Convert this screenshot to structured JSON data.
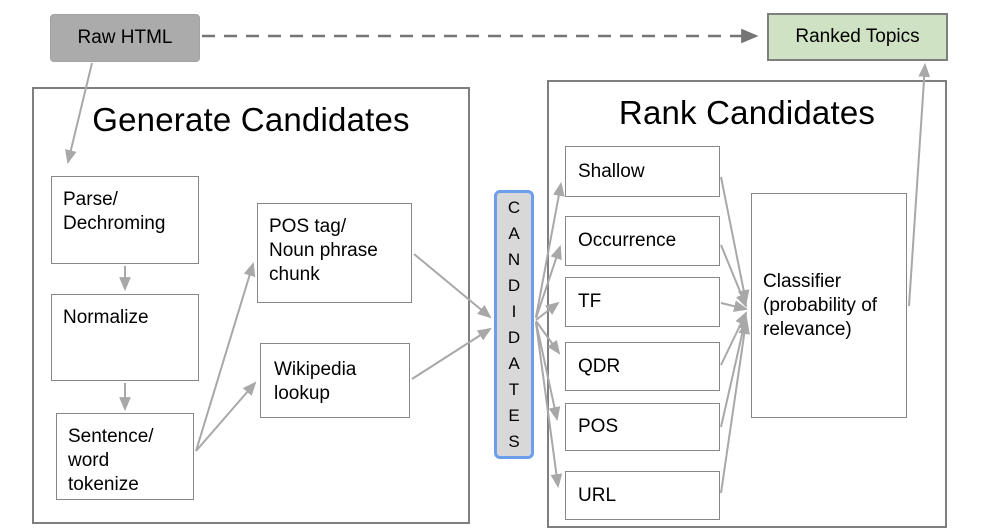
{
  "diagram": {
    "raw_html": "Raw HTML",
    "ranked_topics": "Ranked Topics",
    "candidates": {
      "label": "CANDIDATES",
      "stacked": "C\nA\nN\nD\nI\nD\nA\nT\nE\nS"
    },
    "generate": {
      "title": "Generate Candidates",
      "parse": "Parse/\nDechroming",
      "normalize": "Normalize",
      "tokenize": "Sentence/\nword\ntokenize",
      "pos_tag": "POS tag/\nNoun phrase\nchunk",
      "wikipedia": "Wikipedia\nlookup"
    },
    "rank": {
      "title": "Rank Candidates",
      "features": [
        {
          "label": "Shallow"
        },
        {
          "label": "Occurrence"
        },
        {
          "label": "TF"
        },
        {
          "label": "QDR"
        },
        {
          "label": "POS"
        },
        {
          "label": "URL"
        }
      ],
      "classifier": "Classifier\n(probability of\nrelevance)"
    },
    "colors": {
      "arrow": "#a8a8a8",
      "dashed_arrow": "#757575",
      "box_border": "#878787",
      "container_border": "#7f7f7f",
      "raw_html_fill": "#ababab",
      "ranked_topics_fill": "#cfe2c4",
      "candidates_fill": "#d8d8d8",
      "candidates_border": "#6d9eeb"
    }
  }
}
